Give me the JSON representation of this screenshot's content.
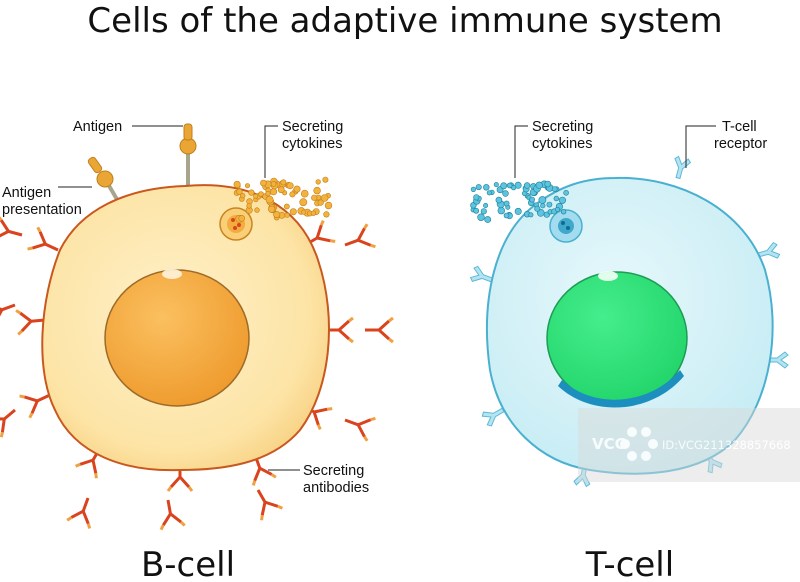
{
  "title": "Cells of the adaptive immune system",
  "b_cell": {
    "name": "B-cell",
    "labels": {
      "antigen": "Antigen",
      "antigen_presentation": [
        "Antigen",
        "presentation"
      ],
      "secreting_cytokines": [
        "Secreting",
        "cytokines"
      ],
      "secreting_antibodies": [
        "Secreting",
        "antibodies"
      ]
    }
  },
  "t_cell": {
    "name": "T-cell",
    "labels": {
      "secreting_cytokines": [
        "Secreting",
        "cytokines"
      ],
      "t_cell_receptor": [
        "T-cell",
        "receptor"
      ]
    }
  },
  "watermark": {
    "logo": "VCG",
    "text": "ID:VCG211328857668"
  },
  "colors": {
    "b_cytoplasm": "#fde4a6",
    "b_membrane": "#c9581f",
    "b_nucleus": "#f3a73a",
    "antibody": "#d9431e",
    "antigen": "#e9a635",
    "b_cytokine": "#eba22a",
    "t_cytoplasm": "#d4f2f7",
    "t_membrane": "#4ab0d0",
    "t_nucleus": "#35e47c",
    "t_receptor": "#a8dff0",
    "t_cytokine": "#1e9ab5"
  }
}
